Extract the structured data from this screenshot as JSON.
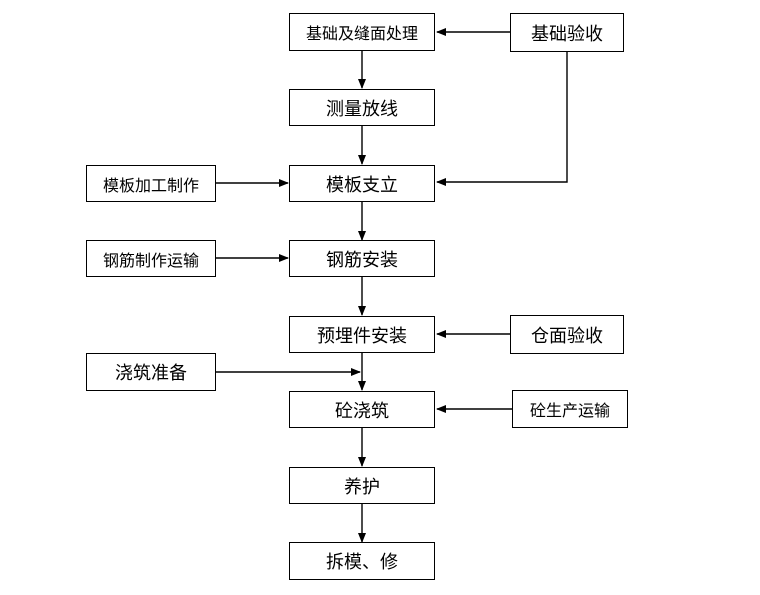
{
  "diagram": {
    "main_steps": [
      "基础及缝面处理",
      "测量放线",
      "模板支立",
      "钢筋安装",
      "预埋件安装",
      "砼浇筑",
      "养护",
      "拆模、修"
    ],
    "side_inputs": {
      "foundation_acceptance": "基础验收",
      "formwork_fabrication": "模板加工制作",
      "rebar_fabrication": "钢筋制作运输",
      "warehouse_acceptance": "仓面验收",
      "pour_preparation": "浇筑准备",
      "concrete_production": "砼生产运输"
    },
    "colors": {
      "line": "#000000",
      "box_border": "#000000",
      "background": "#ffffff"
    }
  }
}
